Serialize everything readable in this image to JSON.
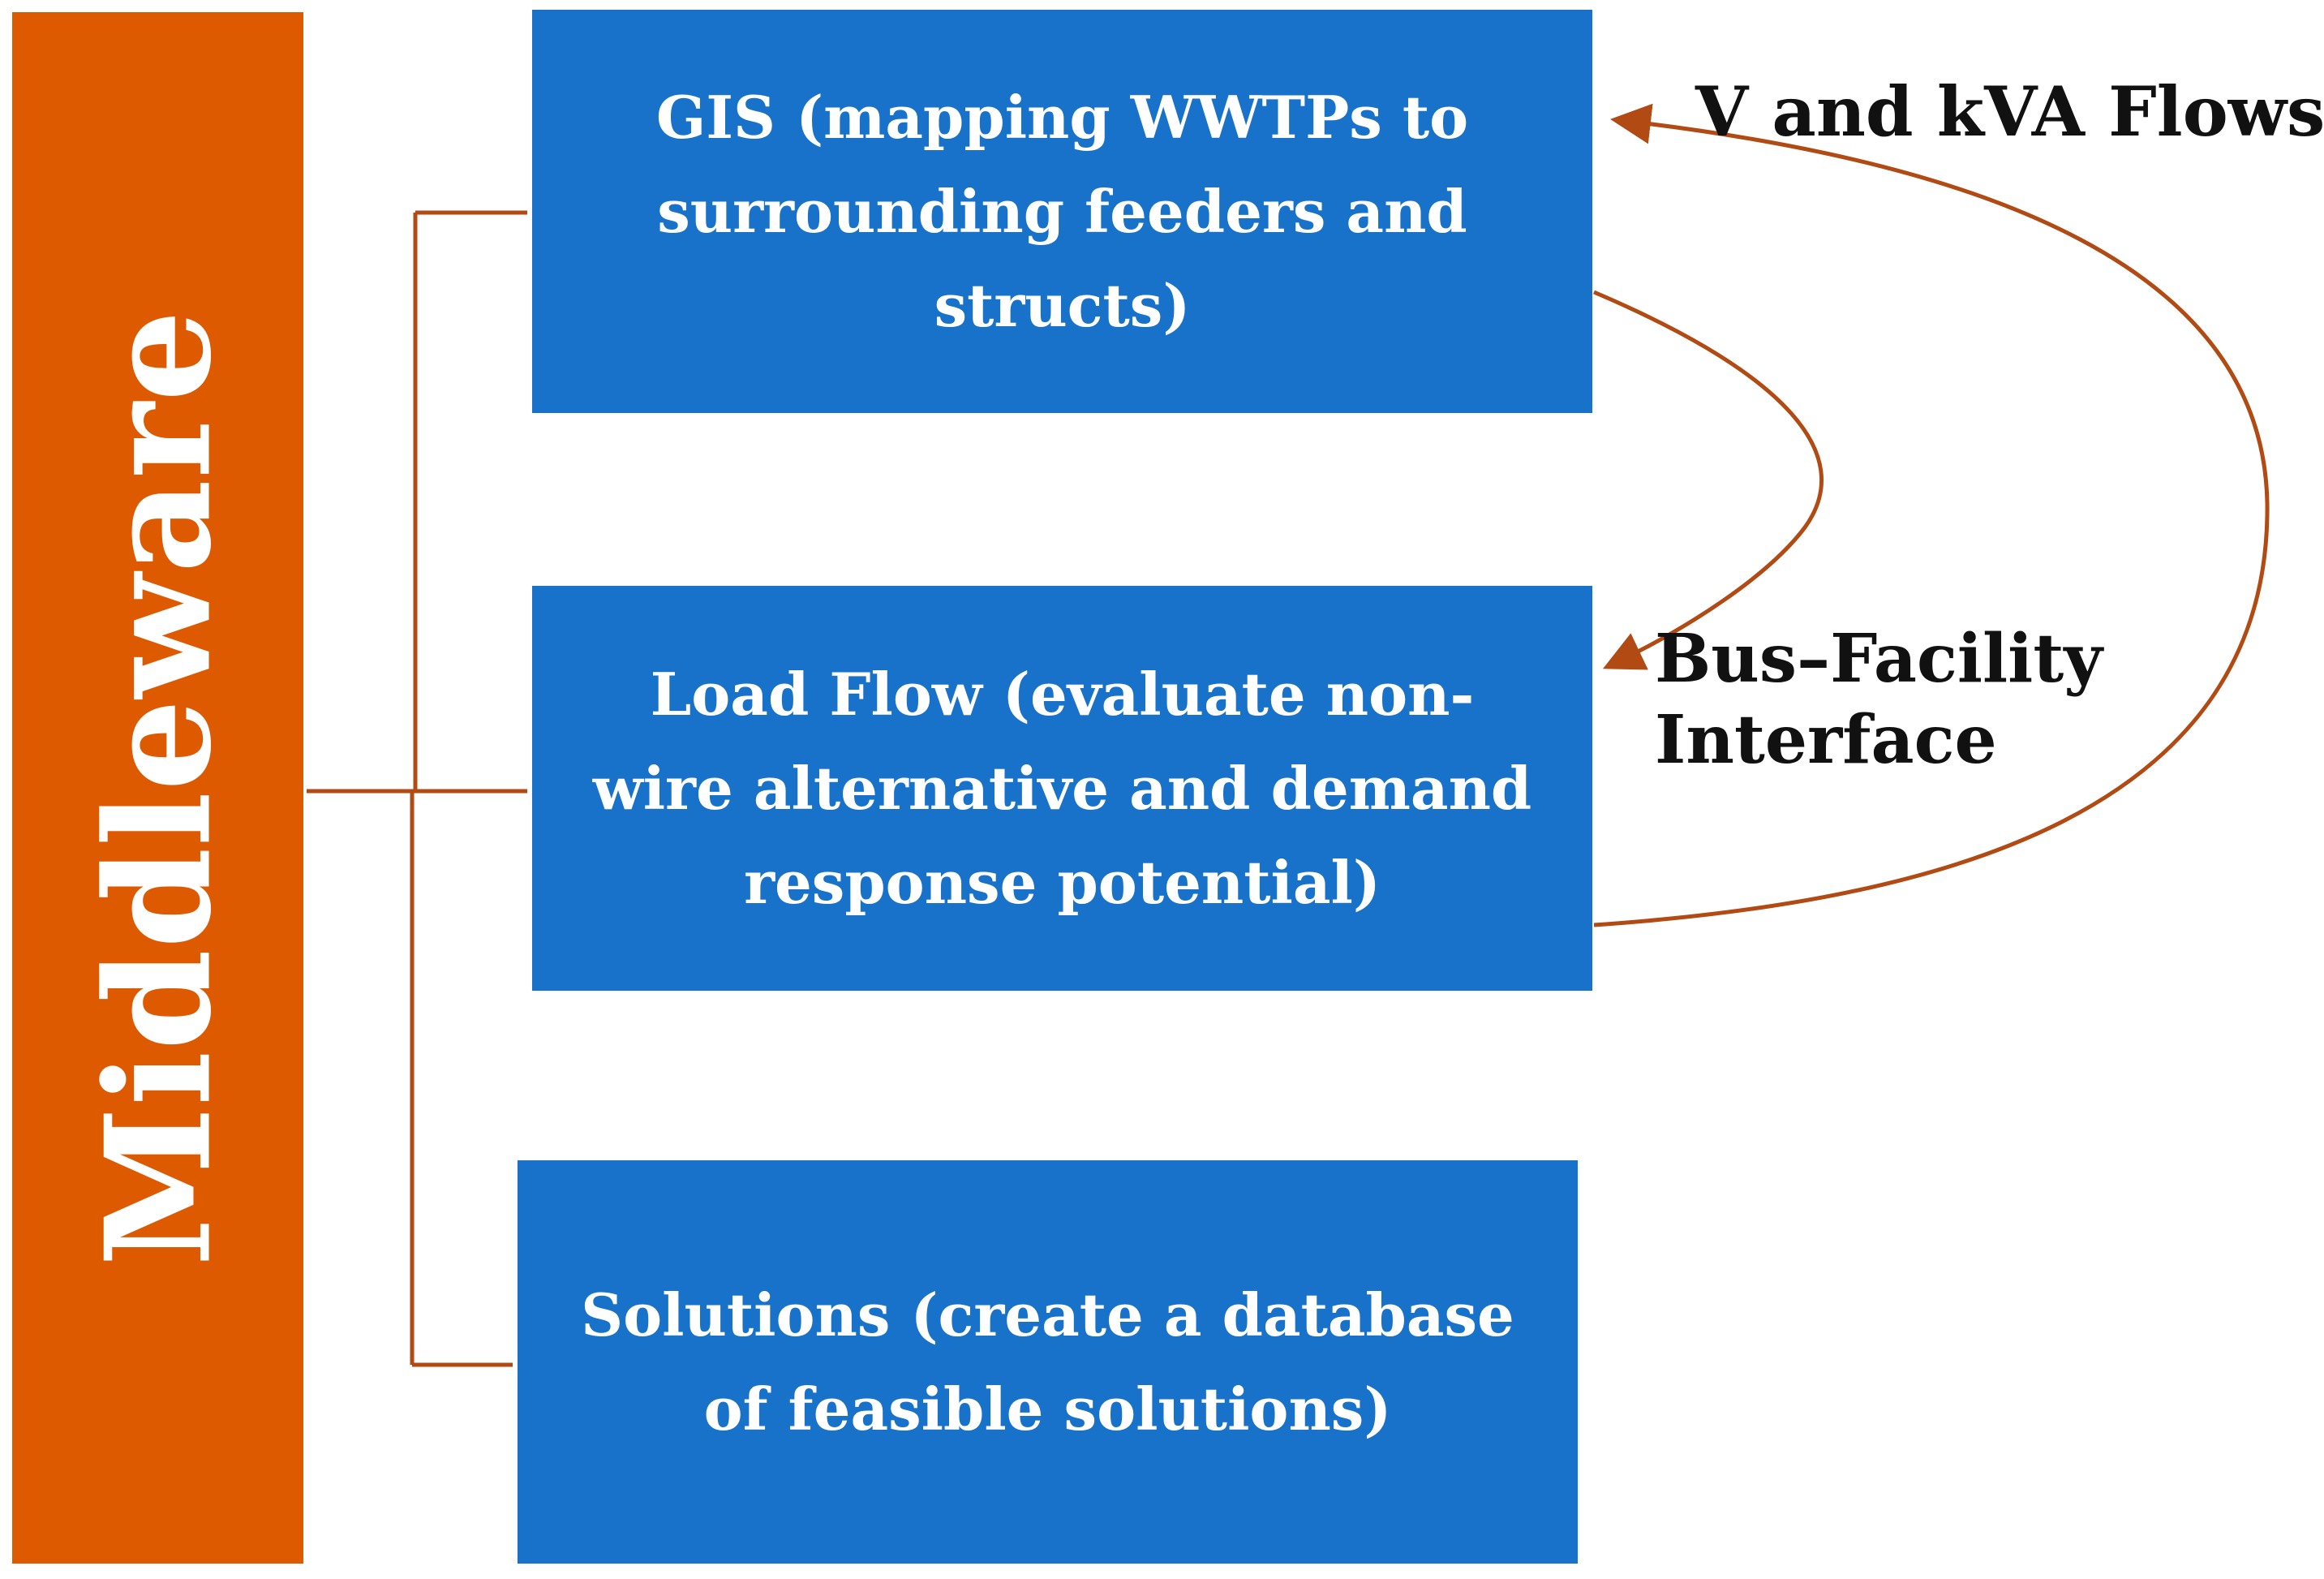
{
  "sidebar": {
    "title": "Middleware"
  },
  "boxes": [
    {
      "lines": [
        "GIS (mapping WWTPs to",
        "surrounding feeders and",
        "structs)"
      ]
    },
    {
      "lines": [
        "Load Flow (evaluate non-",
        "wire alternative and demand",
        "response potential)"
      ]
    },
    {
      "lines": [
        "Solutions (create a database",
        "of feasible solutions)"
      ]
    }
  ],
  "arrow_labels": {
    "v_kva": "V and kVA Flows",
    "bus_facility_line1": "Bus–Facility",
    "bus_facility_line2": "Interface"
  },
  "colors": {
    "middleware": "#de5a00",
    "box": "#1872c9",
    "connector": "#b24a14"
  }
}
